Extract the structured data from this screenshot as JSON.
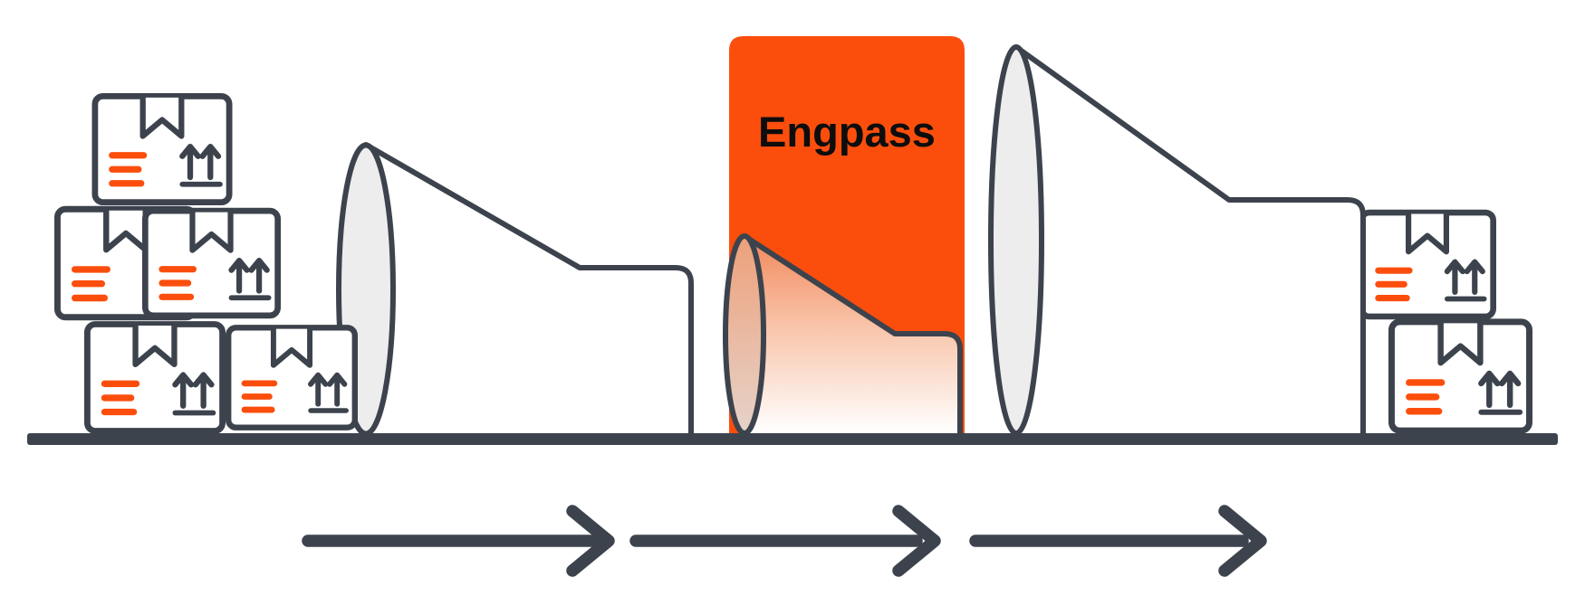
{
  "scene": {
    "bottleneck_label": "Engpass",
    "arrow_count": 3,
    "left_stack_box_count": 5,
    "right_stack_box_count": 2,
    "description_elements": [
      "parcel-box-stack",
      "wide-funnel",
      "bottleneck-block",
      "small-funnel",
      "wide-funnel",
      "parcel-box-stack",
      "flow-arrows"
    ]
  },
  "colors": {
    "outline": "#3d434d",
    "accent_orange": "#fb4e0d",
    "funnel_mouth_fill": "#ededee",
    "background": "#ffffff",
    "label_text": "#0d0d0d"
  },
  "icons": {
    "box_flap": "tape-flap-icon",
    "box_label": "label-lines-icon",
    "this_side_up": "this-side-up-icon",
    "flow": "arrow-right-icon"
  }
}
